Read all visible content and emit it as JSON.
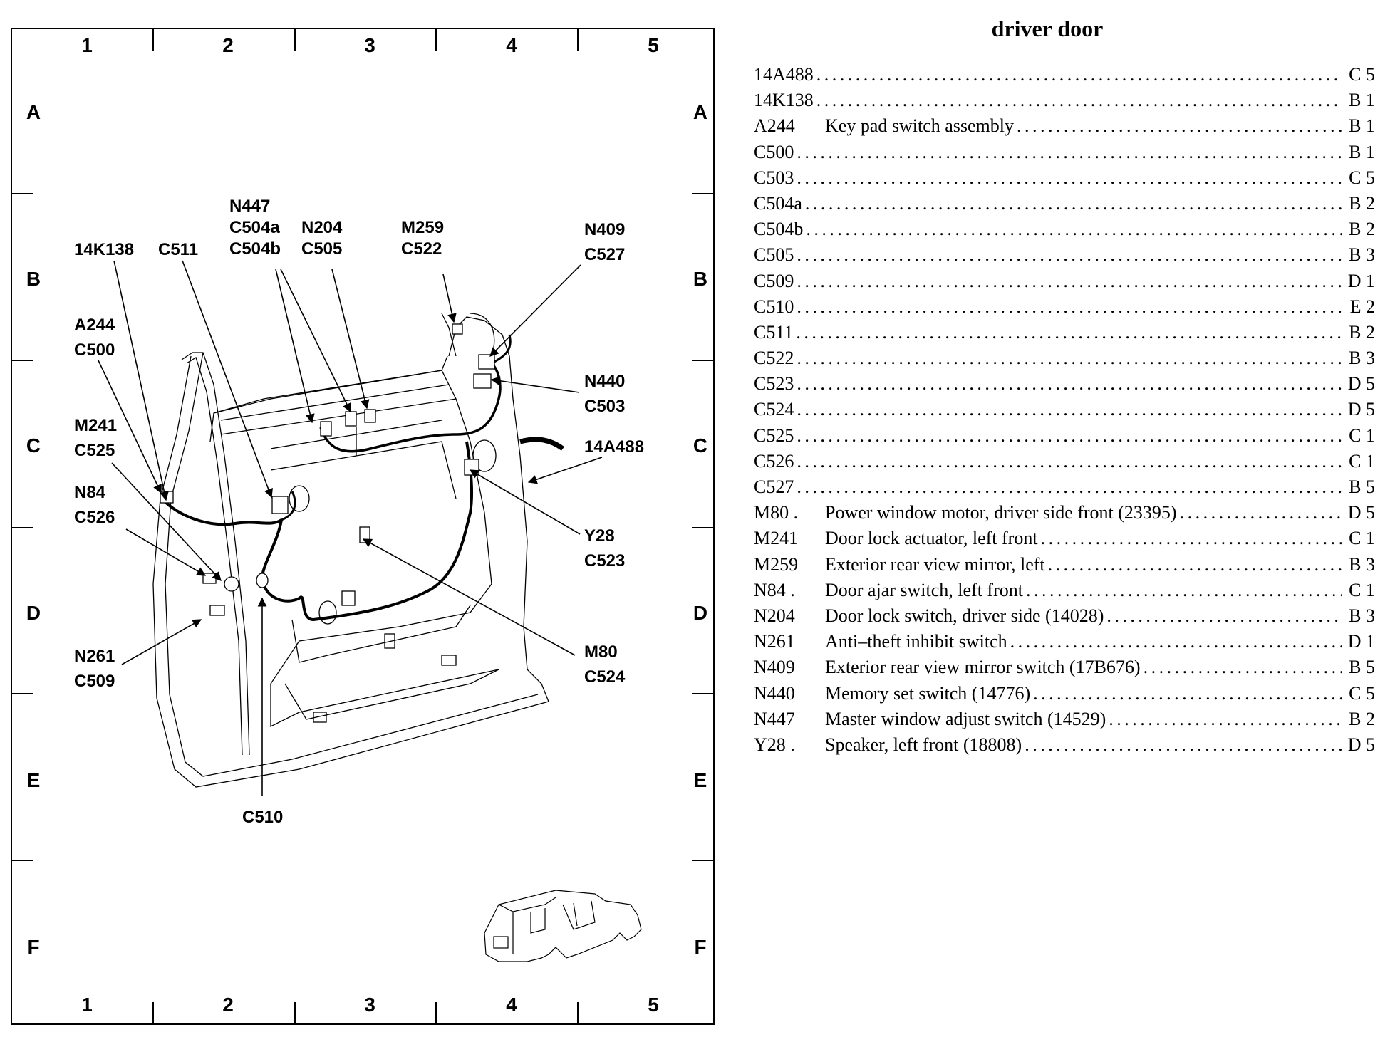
{
  "grid": {
    "columns": [
      "1",
      "2",
      "3",
      "4",
      "5"
    ],
    "rows": [
      "A",
      "B",
      "C",
      "D",
      "E",
      "F"
    ]
  },
  "callouts": [
    {
      "id": "callout-14k138",
      "lines": [
        "14K138"
      ]
    },
    {
      "id": "callout-c511",
      "lines": [
        "C511"
      ]
    },
    {
      "id": "callout-n447",
      "lines": [
        "N447",
        "C504a",
        "C504b"
      ]
    },
    {
      "id": "callout-n204",
      "lines": [
        "N204",
        "C505"
      ]
    },
    {
      "id": "callout-m259",
      "lines": [
        "M259",
        "C522"
      ]
    },
    {
      "id": "callout-n409",
      "lines": [
        "N409",
        "C527"
      ]
    },
    {
      "id": "callout-a244",
      "lines": [
        "A244",
        "C500"
      ]
    },
    {
      "id": "callout-n440",
      "lines": [
        "N440",
        "C503"
      ]
    },
    {
      "id": "callout-m241",
      "lines": [
        "M241",
        "C525"
      ]
    },
    {
      "id": "callout-14a488",
      "lines": [
        "14A488"
      ]
    },
    {
      "id": "callout-n84",
      "lines": [
        "N84",
        "C526"
      ]
    },
    {
      "id": "callout-y28",
      "lines": [
        "Y28",
        "C523"
      ]
    },
    {
      "id": "callout-n261",
      "lines": [
        "N261",
        "C509"
      ]
    },
    {
      "id": "callout-m80",
      "lines": [
        "M80",
        "C524"
      ]
    },
    {
      "id": "callout-c510",
      "lines": [
        "C510"
      ]
    }
  ],
  "index": {
    "title": "driver door",
    "items": [
      {
        "code": "14A488",
        "desc": "",
        "loc": "C 5"
      },
      {
        "code": "14K138",
        "desc": "",
        "loc": "B 1"
      },
      {
        "code": "A244",
        "desc": "Key pad switch assembly",
        "loc": "B 1"
      },
      {
        "code": "C500",
        "desc": "",
        "loc": "B 1"
      },
      {
        "code": "C503",
        "desc": "",
        "loc": "C 5"
      },
      {
        "code": "C504a",
        "desc": "",
        "loc": "B 2"
      },
      {
        "code": "C504b",
        "desc": "",
        "loc": "B 2"
      },
      {
        "code": "C505",
        "desc": "",
        "loc": "B 3"
      },
      {
        "code": "C509",
        "desc": "",
        "loc": "D 1"
      },
      {
        "code": "C510",
        "desc": "",
        "loc": "E 2"
      },
      {
        "code": "C511",
        "desc": "",
        "loc": "B 2"
      },
      {
        "code": "C522",
        "desc": "",
        "loc": "B 3"
      },
      {
        "code": "C523",
        "desc": "",
        "loc": "D 5"
      },
      {
        "code": "C524",
        "desc": "",
        "loc": "D 5"
      },
      {
        "code": "C525",
        "desc": "",
        "loc": "C 1"
      },
      {
        "code": "C526",
        "desc": "",
        "loc": "C 1"
      },
      {
        "code": "C527",
        "desc": "",
        "loc": "B 5"
      },
      {
        "code": "M80 .",
        "desc": "Power window motor, driver side front (23395)",
        "loc": "D 5"
      },
      {
        "code": "M241",
        "desc": "Door lock actuator, left front",
        "loc": "C 1"
      },
      {
        "code": "M259",
        "desc": "Exterior rear view mirror, left",
        "loc": "B 3"
      },
      {
        "code": "N84 .",
        "desc": "Door ajar switch, left front",
        "loc": "C 1"
      },
      {
        "code": "N204",
        "desc": "Door lock switch, driver side (14028)",
        "loc": "B 3"
      },
      {
        "code": "N261",
        "desc": "Anti–theft inhibit switch",
        "loc": "D 1"
      },
      {
        "code": "N409",
        "desc": "Exterior rear view mirror switch (17B676)",
        "loc": "B 5"
      },
      {
        "code": "N440",
        "desc": "Memory set switch (14776)",
        "loc": "C 5"
      },
      {
        "code": "N447",
        "desc": "Master window adjust switch (14529)",
        "loc": "B 2"
      },
      {
        "code": "Y28 .",
        "desc": "Speaker, left front (18808)",
        "loc": "D 5"
      }
    ]
  }
}
